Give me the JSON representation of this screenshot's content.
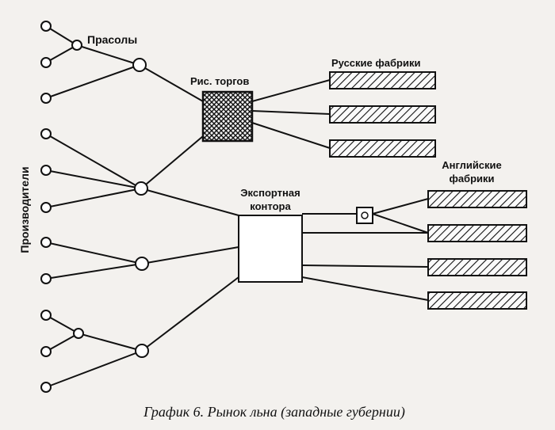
{
  "diagram": {
    "labels": {
      "producers": "Производители",
      "prasoly": "Прасолы",
      "rich_traders": "Рис. торгов",
      "russian_factories": "Русские фабрики",
      "export_office_line1": "Экспортная",
      "export_office_line2": "контора",
      "english_factories_line1": "Английские",
      "english_factories_line2": "фабрики"
    },
    "caption": "График 6. Рынок льна (западные губернии)"
  }
}
